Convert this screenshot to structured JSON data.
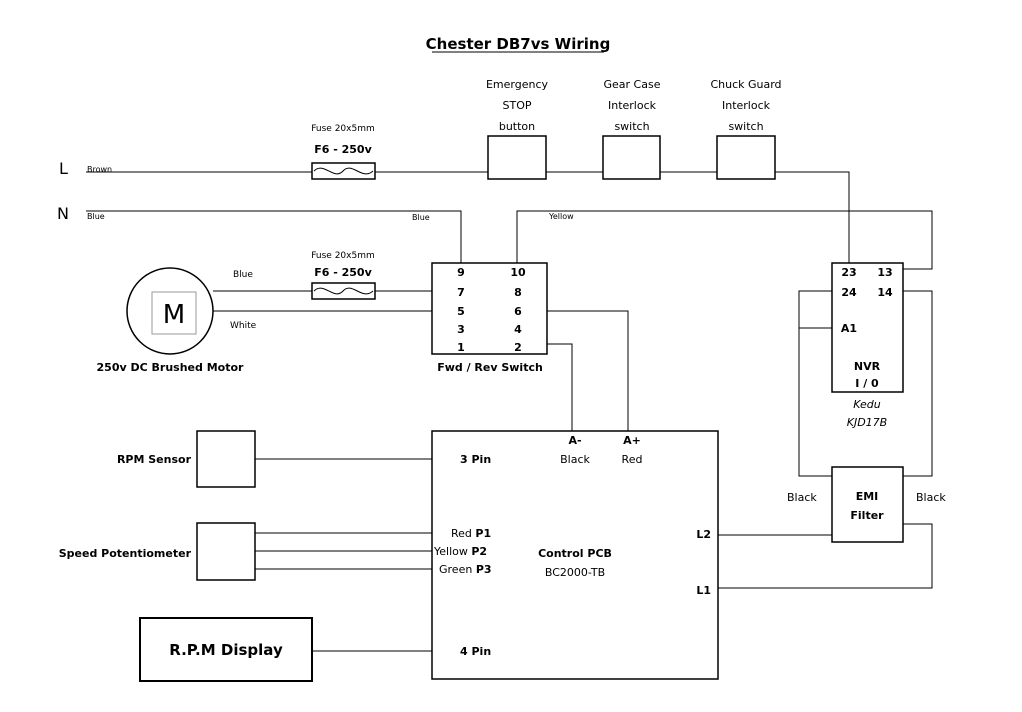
{
  "title": "Chester DB7vs Wiring",
  "mains": {
    "live": "L",
    "neutral": "N"
  },
  "wire_labels": {
    "brown": "Brown",
    "blue_n_left": "Blue",
    "blue_n_right": "Blue",
    "yellow": "Yellow",
    "blue_motor": "Blue",
    "white_motor": "White",
    "black_left": "Black",
    "black_right": "Black"
  },
  "fuse1": {
    "caption": "Fuse 20x5mm",
    "rating": "F6 - 250v"
  },
  "fuse2": {
    "caption": "Fuse 20x5mm",
    "rating": "F6 - 250v"
  },
  "estop": {
    "line1": "Emergency",
    "line2": "STOP",
    "line3": "button"
  },
  "gearcase": {
    "line1": "Gear Case",
    "line2": "Interlock",
    "line3": "switch"
  },
  "chuckguard": {
    "line1": "Chuck Guard",
    "line2": "Interlock",
    "line3": "switch"
  },
  "motor": {
    "symbol": "M",
    "label": "250v DC Brushed Motor"
  },
  "fwdrev": {
    "label": "Fwd / Rev Switch",
    "pins_left": [
      "9",
      "7",
      "5",
      "3",
      "1"
    ],
    "pins_right": [
      "10",
      "8",
      "6",
      "4",
      "2"
    ]
  },
  "nvr": {
    "pin23": "23",
    "pin13": "13",
    "pin24": "24",
    "pin14": "14",
    "pinA1": "A1",
    "name": "NVR",
    "io": "I / 0",
    "make": "Kedu",
    "model": "KJD17B"
  },
  "emi": {
    "line1": "EMI",
    "line2": "Filter"
  },
  "pcb": {
    "name": "Control PCB",
    "model": "BC2000-TB",
    "a_minus": "A-",
    "a_minus_color": "Black",
    "a_plus": "A+",
    "a_plus_color": "Red",
    "pin3": "3 Pin",
    "pin4": "4 Pin",
    "p1_color": "Red",
    "p1": "P1",
    "p2_color": "Yellow",
    "p2": "P2",
    "p3_color": "Green",
    "p3": "P3",
    "l2": "L2",
    "l1": "L1"
  },
  "rpm_sensor": "RPM Sensor",
  "speed_pot": "Speed Potentiometer",
  "rpm_display": "R.P.M Display"
}
